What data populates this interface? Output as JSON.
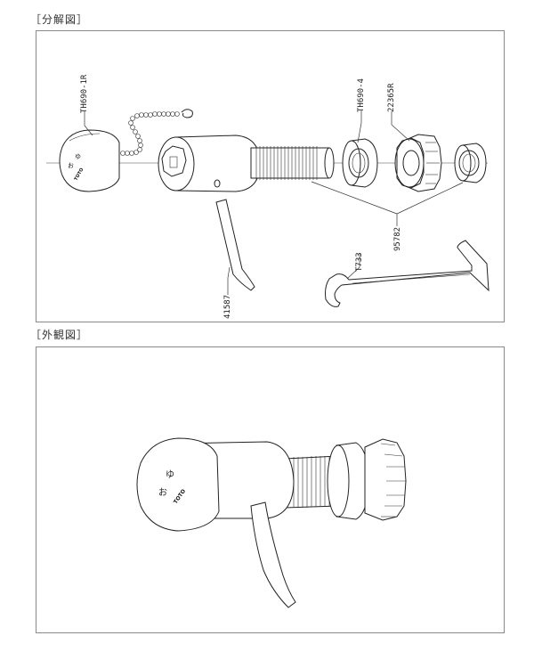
{
  "exploded_view": {
    "title": "［分解図］",
    "parts": [
      {
        "id": "handle-cap",
        "number": "TH690-1R"
      },
      {
        "id": "nut",
        "number": "TH690-4"
      },
      {
        "id": "gear-nut",
        "number": "22365R"
      },
      {
        "id": "washer",
        "number": "95782"
      },
      {
        "id": "lever",
        "number": "41587"
      },
      {
        "id": "wrench",
        "number": "T733"
      }
    ]
  },
  "exterior_view": {
    "title": "［外観図］"
  },
  "brand_mark": "TOTO",
  "icons": [
    "handle-cap-icon",
    "chain-icon",
    "body-cylinder-icon",
    "threaded-shaft-icon",
    "nut-icon",
    "gear-nut-icon",
    "washer-icon",
    "lever-icon",
    "wrench-icon"
  ]
}
